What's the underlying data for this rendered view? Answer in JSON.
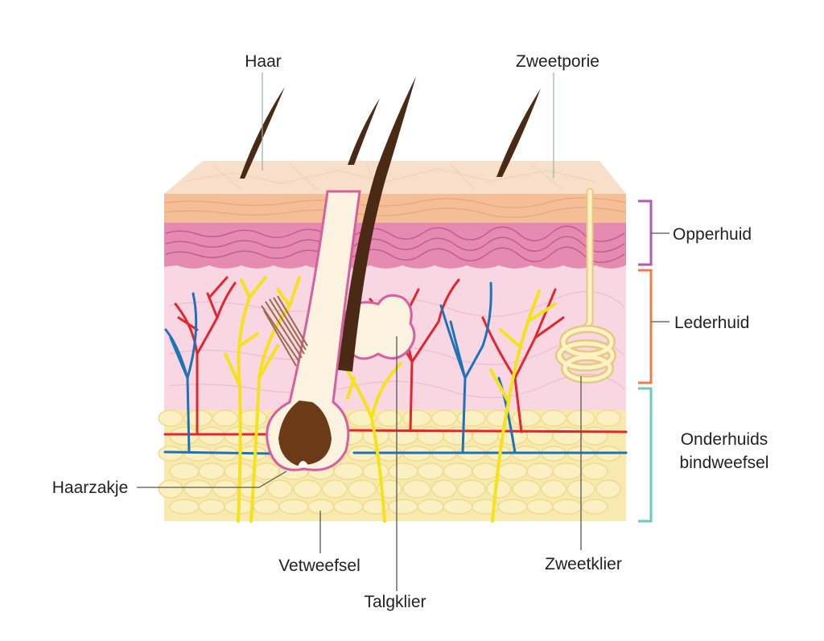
{
  "labels": {
    "hair": "Haar",
    "sweat_pore": "Zweetporie",
    "epidermis": "Opperhuid",
    "dermis": "Lederhuid",
    "subcutis_line1": "Onderhuids",
    "subcutis_line2": "bindweefsel",
    "hair_follicle": "Haarzakje",
    "fat_tissue": "Vetweefsel",
    "sebaceous_gland": "Talgklier",
    "sweat_gland": "Zweetklier"
  },
  "colors": {
    "epidermis_bracket": "#b45aa8",
    "dermis_bracket": "#ee7d45",
    "subcutis_bracket": "#6fc7be",
    "surface": "#f7dcc4",
    "stratum": "#f4bf96",
    "papillary": "#e889b0",
    "dermis": "#f8d6e0",
    "fat": "#f8e9ae",
    "artery": "#e0262e",
    "vein": "#1e73b8",
    "nerve": "#f4e21c",
    "hair": "#4a2a14"
  }
}
